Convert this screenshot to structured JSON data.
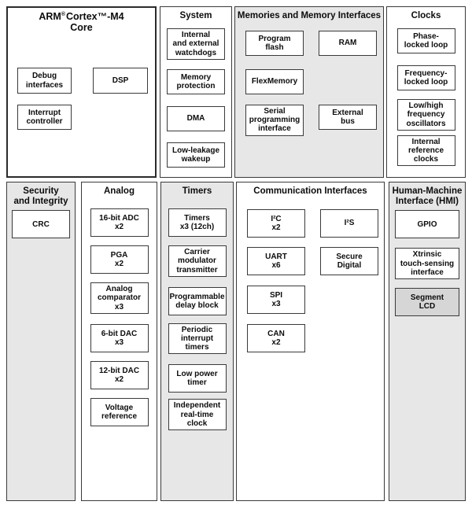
{
  "diagram": {
    "colors": {
      "panel_gray": "#e7e7e7",
      "box_white": "#ffffff",
      "segment_lcd_gray": "#d6d6d6",
      "border": "#3a3a3a"
    },
    "core": {
      "title_brand": "ARM",
      "title_reg": "®",
      "title_rest": "Cortex™-M4",
      "title_line2": "Core",
      "blocks": {
        "debug": "Debug\ninterfaces",
        "dsp": "DSP",
        "interrupt": "Interrupt\ncontroller"
      }
    },
    "system": {
      "title": "System",
      "boxes": [
        "Internal\nand external\nwatchdogs",
        "Memory\nprotection",
        "DMA",
        "Low-leakage\nwakeup"
      ]
    },
    "memories": {
      "title": "Memories and Memory Interfaces",
      "left": [
        "Program\nflash",
        "FlexMemory",
        "Serial\nprogramming\ninterface"
      ],
      "right": [
        "RAM",
        "External\nbus"
      ]
    },
    "clocks": {
      "title": "Clocks",
      "boxes": [
        "Phase-\nlocked loop",
        "Frequency-\nlocked loop",
        "Low/high\nfrequency\noscillators",
        "Internal\nreference\nclocks"
      ]
    },
    "security": {
      "title": "Security\nand Integrity",
      "boxes": [
        "CRC"
      ]
    },
    "analog": {
      "title": "Analog",
      "boxes": [
        "16-bit ADC\nx2",
        "PGA\nx2",
        "Analog\ncomparator\nx3",
        "6-bit DAC\nx3",
        "12-bit DAC\nx2",
        "Voltage\nreference"
      ]
    },
    "timers": {
      "title": "Timers",
      "boxes": [
        "Timers\nx3 (12ch)",
        "Carrier\nmodulator\ntransmitter",
        "Programmable\ndelay block",
        "Periodic\ninterrupt\ntimers",
        "Low power\ntimer",
        "Independent\nreal-time\nclock"
      ]
    },
    "comm": {
      "title": "Communication Interfaces",
      "left": [
        "I²C\nx2",
        "UART\nx6",
        "SPI\nx3",
        "CAN\nx2"
      ],
      "right": [
        "I²S",
        "Secure\nDigital"
      ]
    },
    "hmi": {
      "title": "Human-Machine\nInterface (HMI)",
      "boxes": [
        "GPIO",
        "Xtrinsic\ntouch-sensing\ninterface",
        "Segment\nLCD"
      ]
    }
  }
}
